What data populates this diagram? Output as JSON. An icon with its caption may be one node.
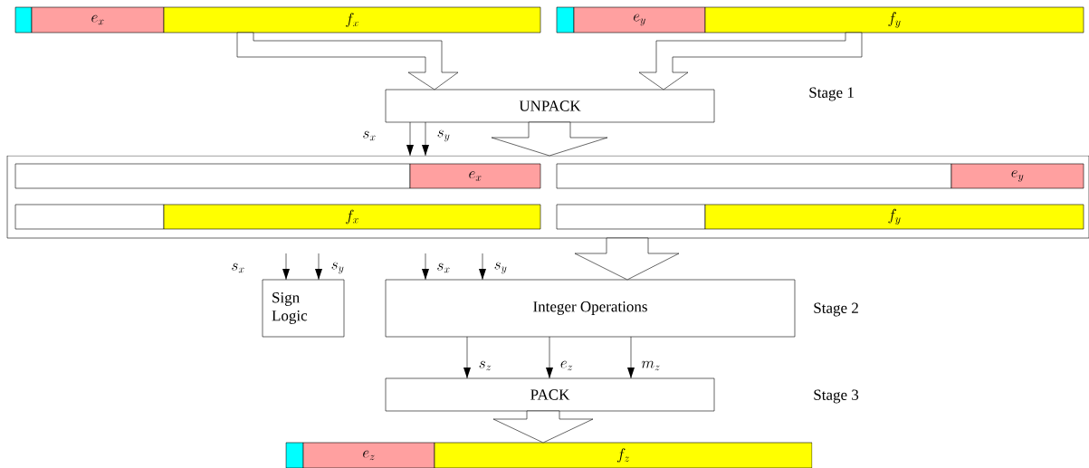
{
  "diagram": {
    "nodes": [
      {
        "text": [],
        "shape": "box"
      },
      {
        "text": [
          "e_x"
        ]
      },
      {
        "text": [
          "f_x"
        ]
      },
      {
        "text": [],
        "shape": "box"
      },
      {
        "text": [
          "e_y"
        ]
      },
      {
        "text": [
          "f_y"
        ]
      },
      {
        "text": [
          "UNPACK"
        ]
      },
      {
        "text": [],
        "shape": "box"
      },
      {
        "text": [],
        "shape": "box",
        "in": 7
      },
      {
        "text": [
          "e_x"
        ],
        "in": 7
      },
      {
        "text": [],
        "shape": "box",
        "in": 7
      },
      {
        "text": [
          "e_y"
        ],
        "in": 7
      },
      {
        "text": [],
        "shape": "box",
        "in": 7
      },
      {
        "text": [
          "f_x"
        ],
        "in": 7
      },
      {
        "text": [],
        "shape": "box",
        "in": 7
      },
      {
        "text": [
          "f_y"
        ],
        "in": 7
      },
      {
        "text": [
          "Sign Logic"
        ]
      },
      {
        "text": [
          "Integer Operations"
        ]
      },
      {
        "text": [
          "PACK"
        ]
      },
      {
        "text": [],
        "shape": "box"
      },
      {
        "text": [
          "e_z"
        ]
      },
      {
        "text": [
          "f_z"
        ]
      }
    ],
    "edges": [
      {
        "from": 2,
        "to": 6,
        "arrow": "to",
        "style": "thick"
      },
      {
        "from": 5,
        "to": 6,
        "arrow": "to",
        "style": "thick"
      },
      {
        "from": 6,
        "to": 7,
        "arrow": "to",
        "style": "thick"
      },
      {
        "from": 7,
        "to": 17,
        "arrow": "to",
        "style": "thick"
      },
      {
        "from": 18,
        "to": 21,
        "arrow": "to",
        "style": "thick"
      },
      {
        "from": 6,
        "to": 7,
        "arrow": "to",
        "label": "s_x"
      },
      {
        "from": 6,
        "to": 7,
        "arrow": "to",
        "label": "s_y"
      },
      {
        "from": null,
        "to": 16,
        "arrow": "to",
        "label": "s_x"
      },
      {
        "from": null,
        "to": 16,
        "arrow": "to",
        "label": "s_y"
      },
      {
        "from": null,
        "to": 17,
        "arrow": "to",
        "label": "s_x"
      },
      {
        "from": null,
        "to": 17,
        "arrow": "to",
        "label": "s_y"
      },
      {
        "from": 17,
        "to": 18,
        "arrow": "to",
        "label": "s_z"
      },
      {
        "from": 17,
        "to": 18,
        "arrow": "to",
        "label": "e_z"
      },
      {
        "from": 17,
        "to": 18,
        "arrow": "to",
        "label": "m_z"
      }
    ],
    "labels": [
      "Stage 1",
      "Stage 2",
      "Stage 3"
    ]
  }
}
